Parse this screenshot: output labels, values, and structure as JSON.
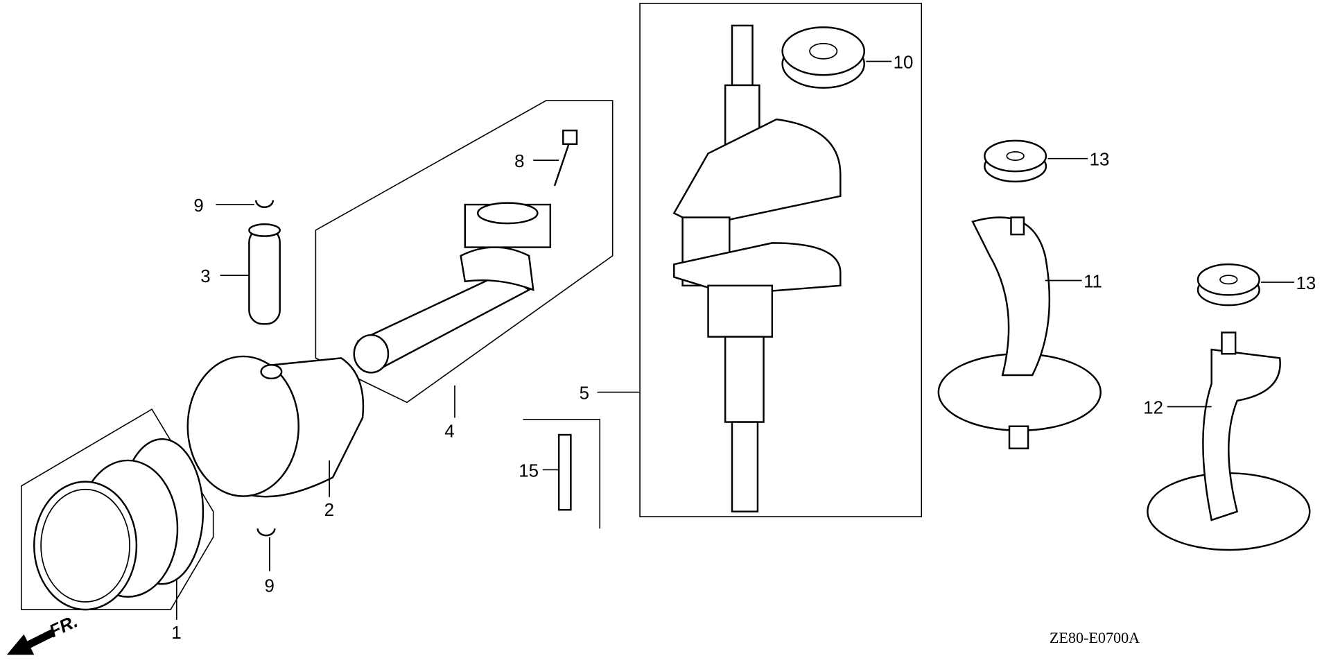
{
  "diagram": {
    "code": "ZE80-E0700A",
    "direction_label": "FR.",
    "callouts": {
      "piston_rings": "1",
      "piston": "2",
      "piston_pin": "3",
      "connecting_rod": "4",
      "crankshaft": "5",
      "rod_bolt": "8",
      "pin_clip_top": "9",
      "pin_clip_bottom": "9",
      "main_bearing": "10",
      "balancer_a": "11",
      "balancer_b": "12",
      "balancer_bearing_a": "13",
      "balancer_bearing_b": "13",
      "key": "15"
    }
  }
}
